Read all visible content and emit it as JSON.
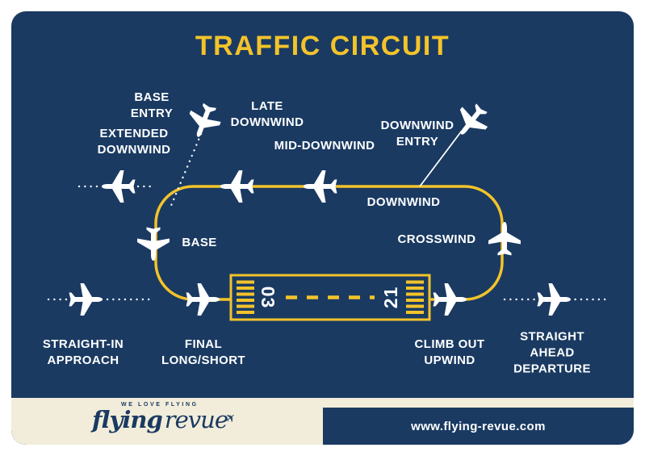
{
  "title": "TRAFFIC CIRCUIT",
  "colors": {
    "background_navy": "#1a3a62",
    "accent_gold": "#f3c32a",
    "cream": "#f2edda",
    "text_white": "#ffffff"
  },
  "labels": {
    "base_entry": "BASE\nENTRY",
    "extended_downwind": "EXTENDED\nDOWNWIND",
    "late_downwind": "LATE\nDOWNWIND",
    "mid_downwind": "MID-DOWNWIND",
    "downwind_entry": "DOWNWIND\nENTRY",
    "downwind": "DOWNWIND",
    "base": "BASE",
    "crosswind": "CROSSWIND",
    "straight_in": "STRAIGHT-IN\nAPPROACH",
    "final": "FINAL\nLONG/SHORT",
    "climb_out": "CLIMB OUT\nUPWIND",
    "straight_ahead": "STRAIGHT AHEAD\nDEPARTURE"
  },
  "runway": {
    "number_left": "03",
    "number_right": "21"
  },
  "footer": {
    "tagline": "WE LOVE FLYING",
    "brand": "flying",
    "brand2": "revue",
    "plane_icon": "✈",
    "url": "www.flying-revue.com"
  }
}
